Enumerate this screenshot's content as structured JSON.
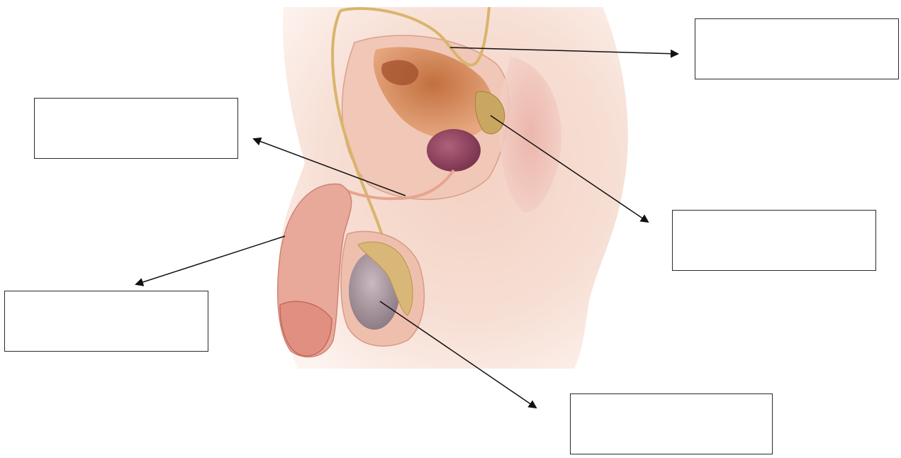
{
  "diagram": {
    "labels": [
      {
        "id": "box-top-right",
        "text": ""
      },
      {
        "id": "box-upper-left",
        "text": ""
      },
      {
        "id": "box-mid-right",
        "text": ""
      },
      {
        "id": "box-lower-left",
        "text": ""
      },
      {
        "id": "box-bottom",
        "text": ""
      }
    ]
  }
}
